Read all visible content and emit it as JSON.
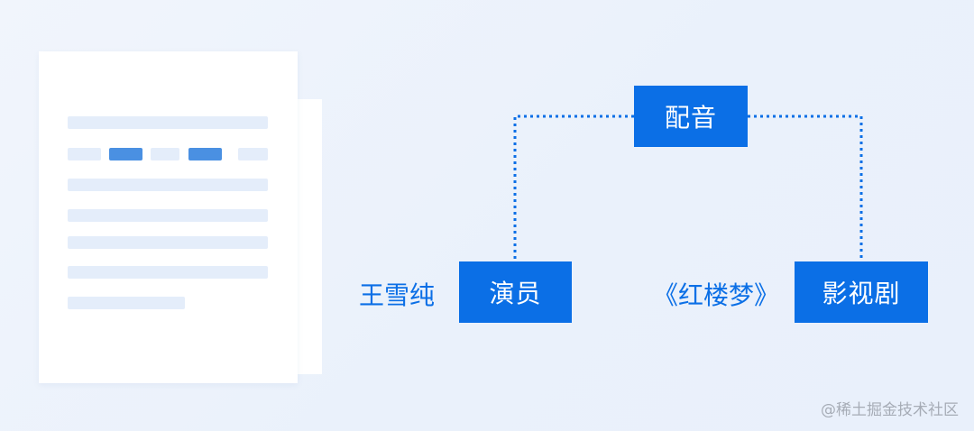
{
  "diagram": {
    "center_label": "配音",
    "left_entity": "王雪纯",
    "left_role": "演员",
    "right_entity": "《红楼梦》",
    "right_role": "影视剧"
  },
  "watermark": "@稀土掘金技术社区",
  "colors": {
    "accent": "#0b6fe6",
    "highlight_bar": "#4a90e2",
    "placeholder_bar": "#e4edfa",
    "background": "#eef3fb"
  }
}
